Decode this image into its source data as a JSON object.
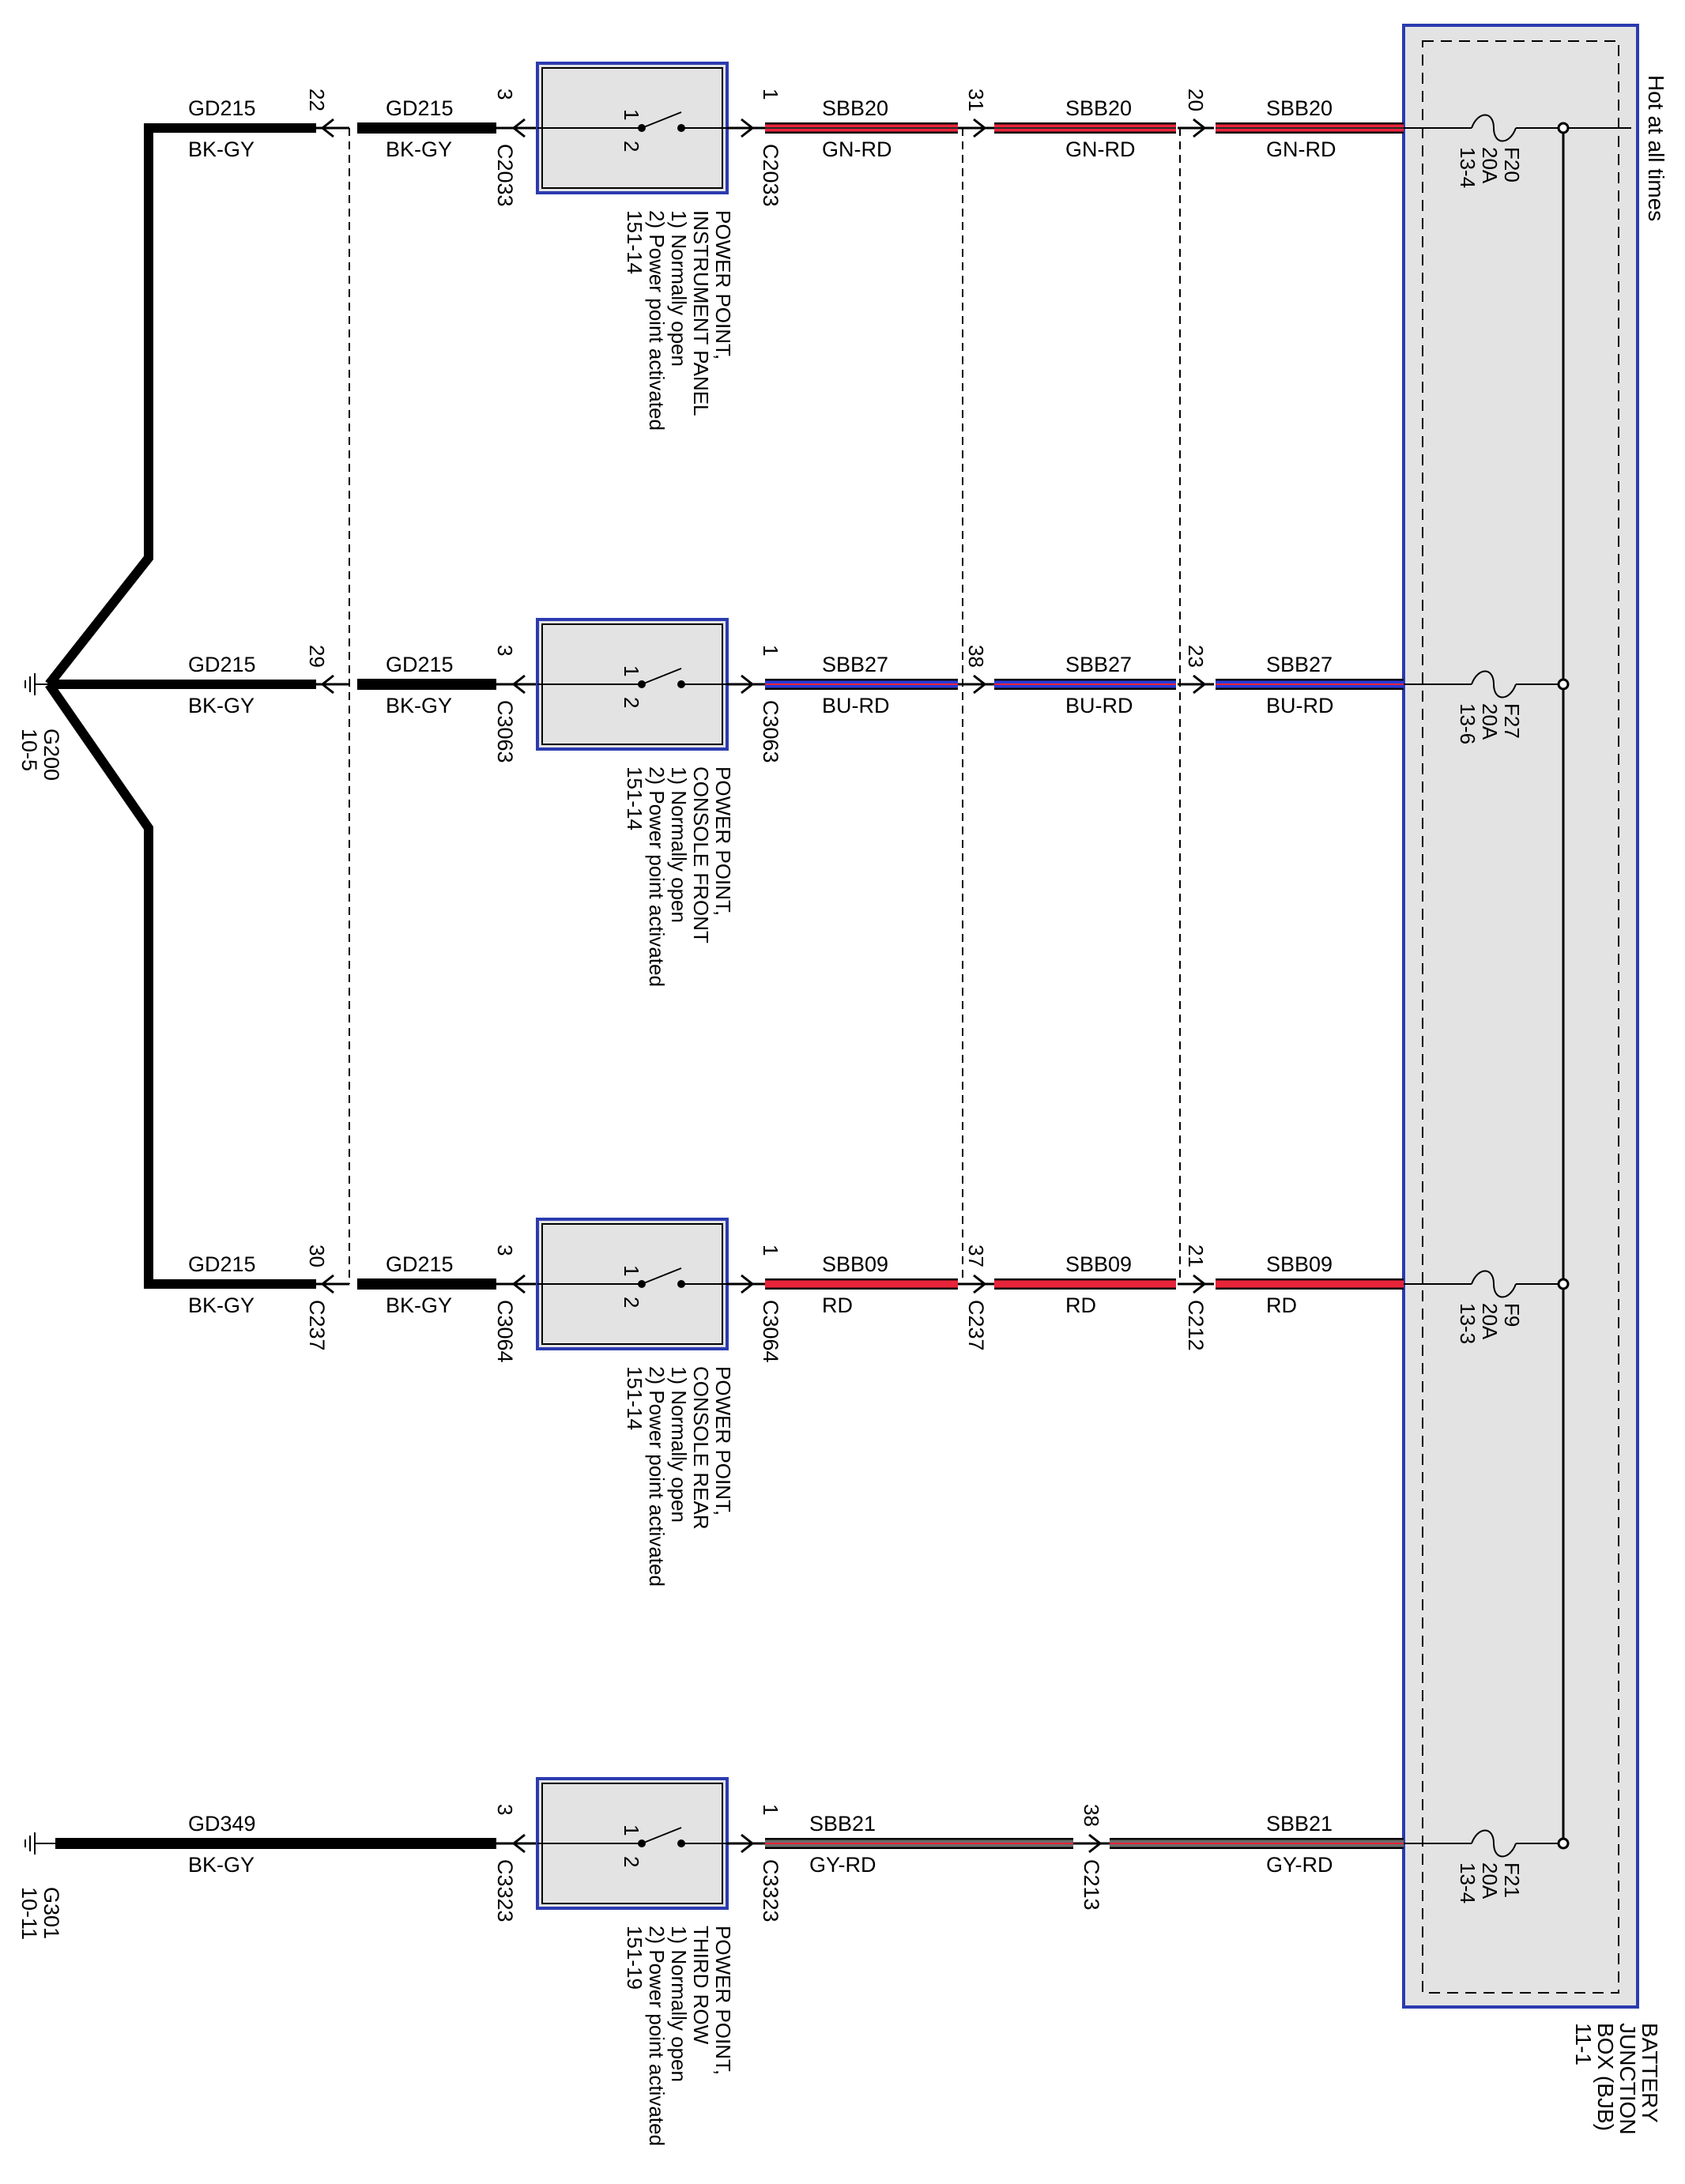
{
  "battery_junction_box": {
    "label": [
      "BATTERY",
      "JUNCTION",
      "BOX (BJB)",
      "11-1"
    ],
    "hot_label": "Hot at all times"
  },
  "grounds": {
    "g200": {
      "name": "G200",
      "ref": "10-5"
    },
    "g301": {
      "name": "G301",
      "ref": "10-11"
    }
  },
  "circuits": [
    {
      "id": "instrument-panel",
      "ground_wire": {
        "circuit": "GD215",
        "color": "BK-GY"
      },
      "ground_pin": "22",
      "ground_connector": "",
      "switch_ground_wire": {
        "circuit": "GD215",
        "color": "BK-GY"
      },
      "switch_ground_pin": "3",
      "switch_ground_connector": "C2033",
      "switch_pins": {
        "top": "1",
        "bottom": "2"
      },
      "description": [
        "POWER POINT,",
        "INSTRUMENT PANEL",
        "1) Normally open",
        "2) Power point activated",
        "151-14"
      ],
      "switch_supply_pin": "1",
      "switch_supply_connector": "C2033",
      "supply_segments": [
        {
          "circuit": "SBB20",
          "color": "GN-RD"
        },
        {
          "circuit": "SBB20",
          "color": "GN-RD"
        },
        {
          "circuit": "SBB20",
          "color": "GN-RD"
        }
      ],
      "inline_pins": [
        "31",
        "20"
      ],
      "inline_connectors": [
        "",
        ""
      ],
      "fuse": {
        "name": "F20",
        "rating": "20A",
        "ref": "13-4"
      },
      "wire_colors": {
        "base": "#e8243a",
        "stripe": "#2a2a2a"
      }
    },
    {
      "id": "console-front",
      "ground_wire": {
        "circuit": "GD215",
        "color": "BK-GY"
      },
      "ground_pin": "29",
      "ground_connector": "",
      "switch_ground_wire": {
        "circuit": "GD215",
        "color": "BK-GY"
      },
      "switch_ground_pin": "3",
      "switch_ground_connector": "C3063",
      "switch_pins": {
        "top": "1",
        "bottom": "2"
      },
      "description": [
        "POWER POINT,",
        "CONSOLE FRONT",
        "1) Normally open",
        "2) Power point activated",
        "151-14"
      ],
      "switch_supply_pin": "1",
      "switch_supply_connector": "C3063",
      "supply_segments": [
        {
          "circuit": "SBB27",
          "color": "BU-RD"
        },
        {
          "circuit": "SBB27",
          "color": "BU-RD"
        },
        {
          "circuit": "SBB27",
          "color": "BU-RD"
        }
      ],
      "inline_pins": [
        "38",
        "23"
      ],
      "inline_connectors": [
        "",
        ""
      ],
      "fuse": {
        "name": "F27",
        "rating": "20A",
        "ref": "13-6"
      },
      "wire_colors": {
        "base": "#2b3bd6",
        "stripe": "#e8243a"
      }
    },
    {
      "id": "console-rear",
      "ground_wire": {
        "circuit": "GD215",
        "color": "BK-GY"
      },
      "ground_pin": "30",
      "ground_connector": "C237",
      "switch_ground_wire": {
        "circuit": "GD215",
        "color": "BK-GY"
      },
      "switch_ground_pin": "3",
      "switch_ground_connector": "C3064",
      "switch_pins": {
        "top": "1",
        "bottom": "2"
      },
      "description": [
        "POWER POINT,",
        "CONSOLE REAR",
        "1) Normally open",
        "2) Power point activated",
        "151-14"
      ],
      "switch_supply_pin": "1",
      "switch_supply_connector": "C3064",
      "supply_segments": [
        {
          "circuit": "SBB09",
          "color": "RD"
        },
        {
          "circuit": "SBB09",
          "color": "RD"
        },
        {
          "circuit": "SBB09",
          "color": "RD"
        }
      ],
      "inline_pins": [
        "37",
        "21"
      ],
      "inline_connectors": [
        "C237",
        "C212"
      ],
      "fuse": {
        "name": "F9",
        "rating": "20A",
        "ref": "13-3"
      },
      "wire_colors": {
        "base": "#e8243a",
        "stripe": "#e8243a"
      }
    },
    {
      "id": "third-row",
      "ground_wire": {
        "circuit": "GD349",
        "color": "BK-GY"
      },
      "ground_pin": "",
      "ground_connector": "",
      "switch_ground_wire": {
        "circuit": "",
        "color": ""
      },
      "switch_ground_pin": "3",
      "switch_ground_connector": "C3323",
      "switch_pins": {
        "top": "1",
        "bottom": "2"
      },
      "description": [
        "POWER POINT,",
        "THIRD ROW",
        "1) Normally open",
        "2) Power point activated",
        "151-19"
      ],
      "switch_supply_pin": "1",
      "switch_supply_connector": "C3323",
      "supply_segments": [
        {
          "circuit": "SBB21",
          "color": "GY-RD"
        },
        {
          "circuit": "SBB21",
          "color": "GY-RD"
        }
      ],
      "inline_pins": [
        "38"
      ],
      "inline_connectors": [
        "C213"
      ],
      "fuse": {
        "name": "F21",
        "rating": "20A",
        "ref": "13-4"
      },
      "wire_colors": {
        "base": "#6b6b6b",
        "stripe": "#e8243a"
      }
    }
  ]
}
